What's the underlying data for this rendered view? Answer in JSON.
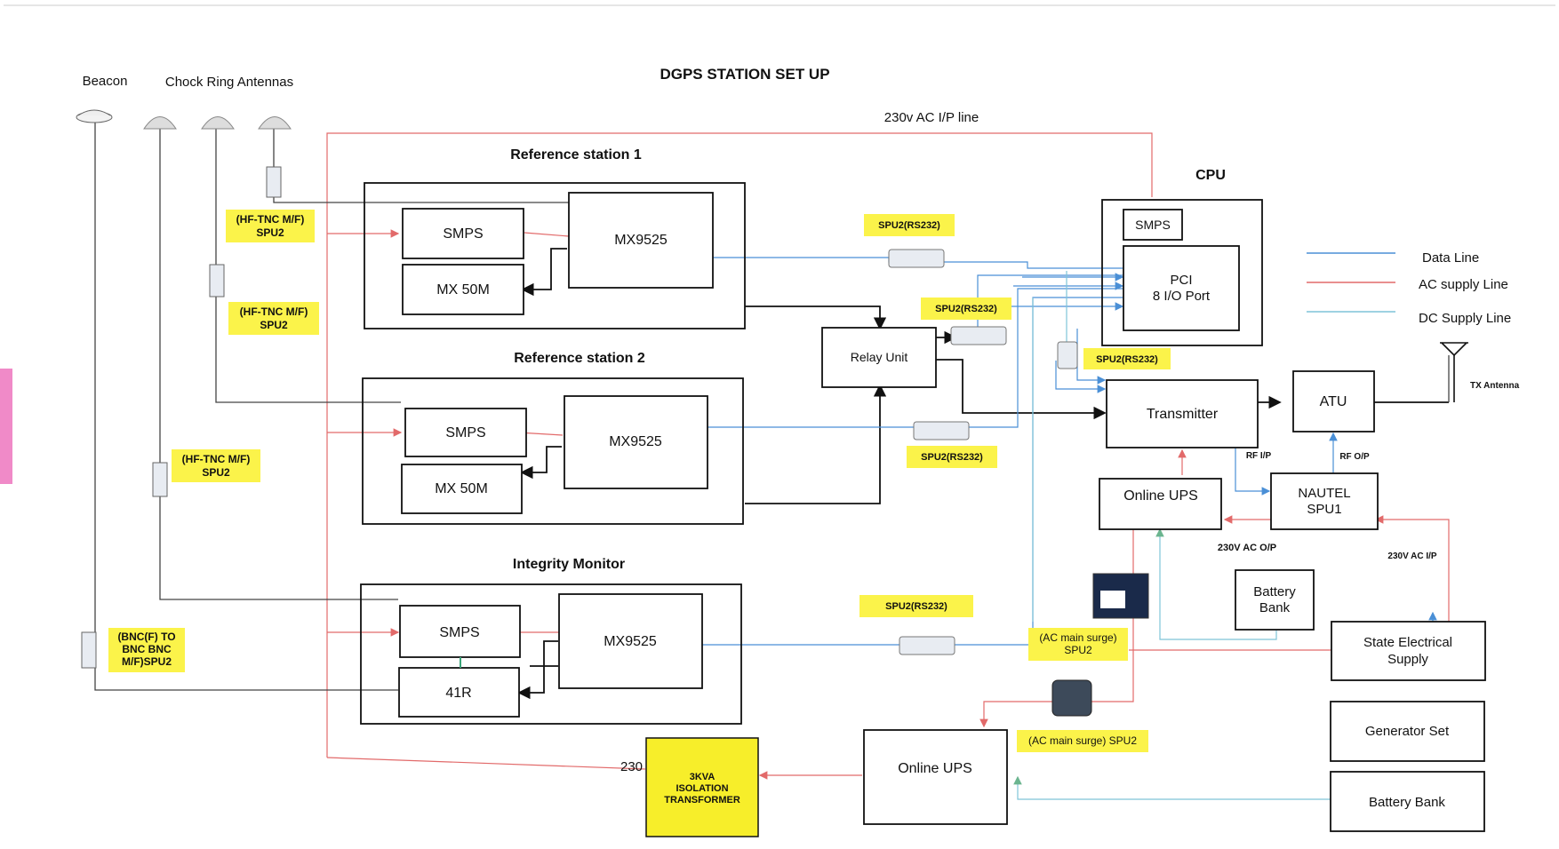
{
  "title": "DGPS STATION SET UP",
  "top_labels": {
    "beacon": "Beacon",
    "chock_ring": "Chock Ring Antennas",
    "ac_line": "230v AC I/P line"
  },
  "reference_station_1": {
    "title": "Reference station 1",
    "smps": "SMPS",
    "receiver": "MX9525",
    "mx50": "MX 50M"
  },
  "reference_station_2": {
    "title": "Reference station 2",
    "smps": "SMPS",
    "receiver": "MX9525",
    "mx50": "MX 50M"
  },
  "integrity_monitor": {
    "title": "Integrity Monitor",
    "smps": "SMPS",
    "receiver": "MX9525",
    "unit": "41R"
  },
  "cpu": {
    "title": "CPU",
    "smps": "SMPS",
    "pci_line1": "PCI",
    "pci_line2": "8 I/O Port"
  },
  "relay_unit": "Relay Unit",
  "transmitter": "Transmitter",
  "atu": "ATU",
  "tx_antenna": "TX Antenna",
  "nautel": {
    "line1": "NAUTEL",
    "line2": "SPU1"
  },
  "online_ups_1": "Online UPS",
  "online_ups_2": "Online UPS",
  "battery_bank_1": {
    "line1": "Battery",
    "line2": "Bank"
  },
  "battery_bank_2": "Battery Bank",
  "state_supply": {
    "line1": "State Electrical",
    "line2": "Supply"
  },
  "generator": "Generator Set",
  "isolation_transformer": {
    "line1": "3KVA",
    "line2": "ISOLATION",
    "line3": "TRANSFORMER",
    "side_label": "230"
  },
  "port_labels": {
    "rf_ip": "RF I/P",
    "rf_op": "RF O/P",
    "ac_op": "230V AC O/P",
    "ac_ip": "230V AC I/P"
  },
  "yellow_tags": {
    "hf1_line1": "(HF-TNC M/F)",
    "hf1_line2": "SPU2",
    "hf2_line1": "(HF-TNC M/F)",
    "hf2_line2": "SPU2",
    "hf3_line1": "(HF-TNC M/F)",
    "hf3_line2": "SPU2",
    "bnc_line1": "(BNC(F) TO",
    "bnc_line2": "BNC BNC",
    "bnc_line3": "M/F)SPU2",
    "spu_rs1": "SPU2(RS232)",
    "spu_rs2": "SPU2(RS232)",
    "spu_rs3": "SPU2(RS232)",
    "spu_rs4": "SPU2(RS232)",
    "spu_rs5": "SPU2(RS232)",
    "surge1_line1": "(AC main surge)",
    "surge1_line2": "SPU2",
    "surge2": "(AC main surge) SPU2"
  },
  "legend": {
    "data": "Data Line",
    "ac": "AC supply Line",
    "dc": "DC Supply Line"
  },
  "colors": {
    "data_line": "#4a8fd6",
    "ac_line": "#e26a6a",
    "dc_line": "#7fc4d8",
    "highlight": "#fbf34a"
  }
}
